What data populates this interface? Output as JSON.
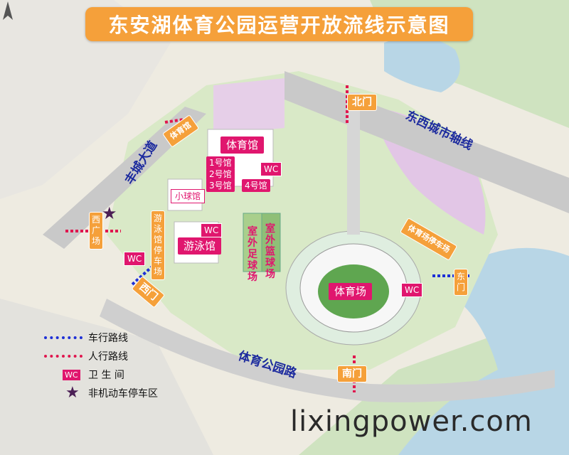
{
  "title": "东安湖体育公园运营开放流线示意图",
  "gates": {
    "north": "北门",
    "south": "南门",
    "east": "东门",
    "west": "西门",
    "west_plaza": "西广场"
  },
  "roads": {
    "fengcheng": "丰城大道",
    "dongxi_axis": "东西城市轴线",
    "tiyu_park_rd": "体育公园路"
  },
  "buildings": {
    "gym": "体育馆",
    "hall1": "1号馆",
    "hall2": "2号馆",
    "hall3": "3号馆",
    "hall4": "4号馆",
    "small_ball": "小球馆",
    "natatorium": "游泳馆",
    "stadium": "体育场",
    "outdoor_football": "室外足球场",
    "outdoor_basketball": "室外篮球场"
  },
  "parking": {
    "natatorium_lot": "游泳馆停车场",
    "stadium_lot": "体育场停车场",
    "gym_lot": "体育馆"
  },
  "wc_label": "WC",
  "legend": {
    "vehicle": "车行路线",
    "pedestrian": "人行路线",
    "toilet": "卫 生 间",
    "bike_parking": "非机动车停车区"
  },
  "watermark": "lixingpower.com",
  "colors": {
    "orange": "#f5a03a",
    "pink": "#e0166e",
    "vehicle_blue": "#1d2fd6",
    "pedestrian_red": "#e0164e",
    "star_purple": "#4b1f55"
  },
  "icons": {
    "star": "star-icon",
    "compass": "north-arrow-icon"
  }
}
